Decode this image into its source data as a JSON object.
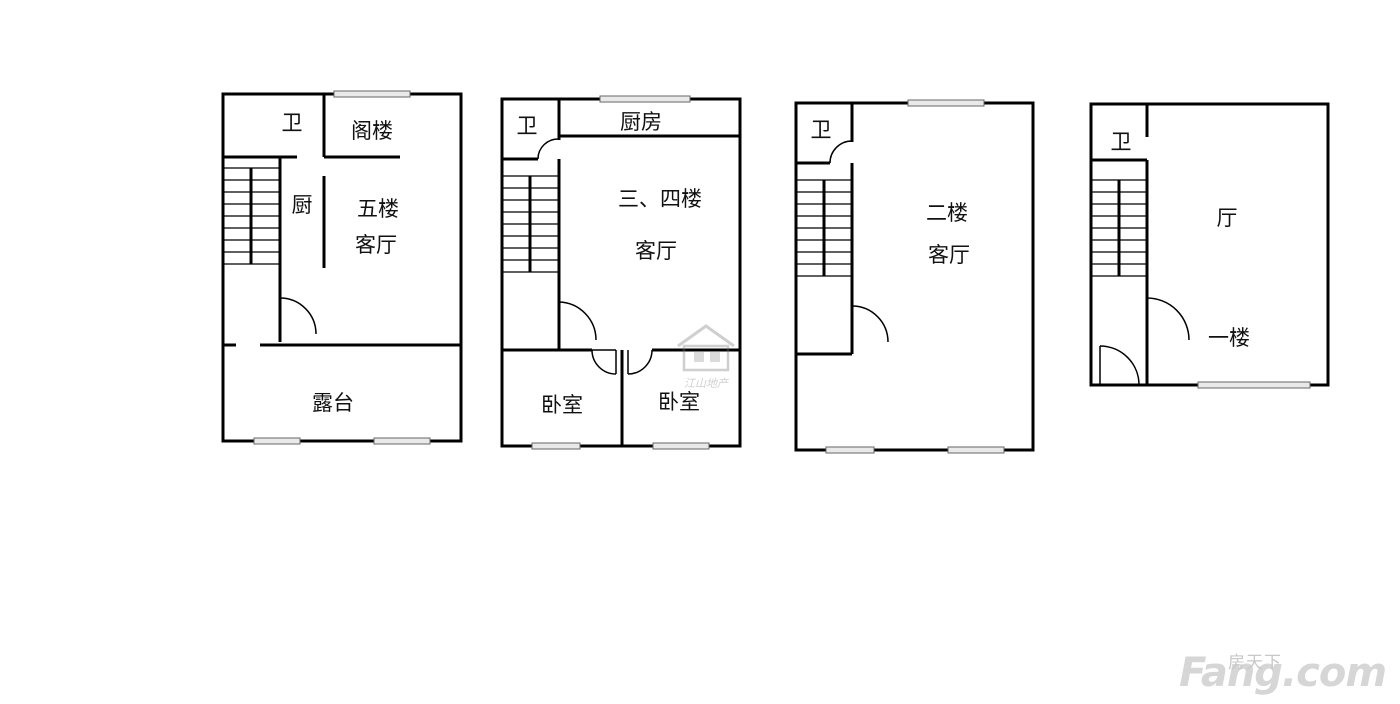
{
  "plans": [
    {
      "id": "floor5",
      "labels": {
        "wc": "卫",
        "attic": "阁楼",
        "kitchen": "厨",
        "floor": "五楼",
        "living": "客厅",
        "terrace": "露台"
      }
    },
    {
      "id": "floor34",
      "labels": {
        "wc": "卫",
        "kitchen": "厨房",
        "floor": "三、四楼",
        "living": "客厅",
        "bedroom_left": "卧室",
        "bedroom_right": "卧室"
      }
    },
    {
      "id": "floor2",
      "labels": {
        "wc": "卫",
        "floor": "二楼",
        "living": "客厅"
      }
    },
    {
      "id": "floor1",
      "labels": {
        "wc": "卫",
        "hall": "厅",
        "floor": "一楼"
      }
    }
  ],
  "watermark": {
    "center_text": "江山地产"
  },
  "brand": {
    "cn": "房天下",
    "en": "Fang.com"
  }
}
